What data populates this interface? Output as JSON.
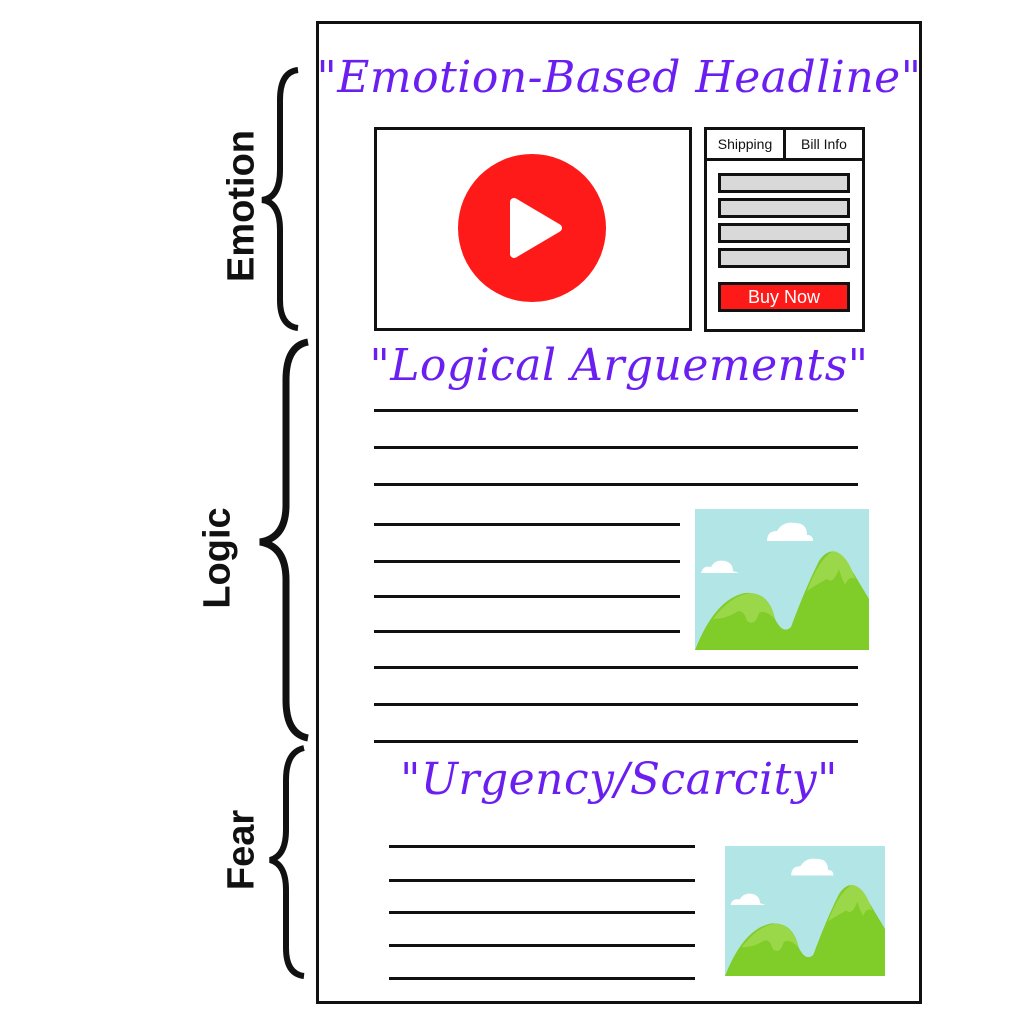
{
  "sections": {
    "emotion": {
      "label": "Emotion",
      "heading": "\"Emotion-Based Headline\""
    },
    "logic": {
      "label": "Logic",
      "heading": "\"Logical Arguements\""
    },
    "fear": {
      "label": "Fear",
      "heading": "\"Urgency/Scarcity\""
    }
  },
  "form": {
    "tabs": [
      "Shipping",
      "Bill Info"
    ],
    "button_label": "Buy Now"
  },
  "icons": {
    "video": "play-icon",
    "image": "landscape-image-icon"
  },
  "colors": {
    "heading": "#6a1ff0",
    "play": "#ff1a1a",
    "buy": "#ff1a1a",
    "sky": "#b2e5e6",
    "hill": "#80cc28"
  }
}
